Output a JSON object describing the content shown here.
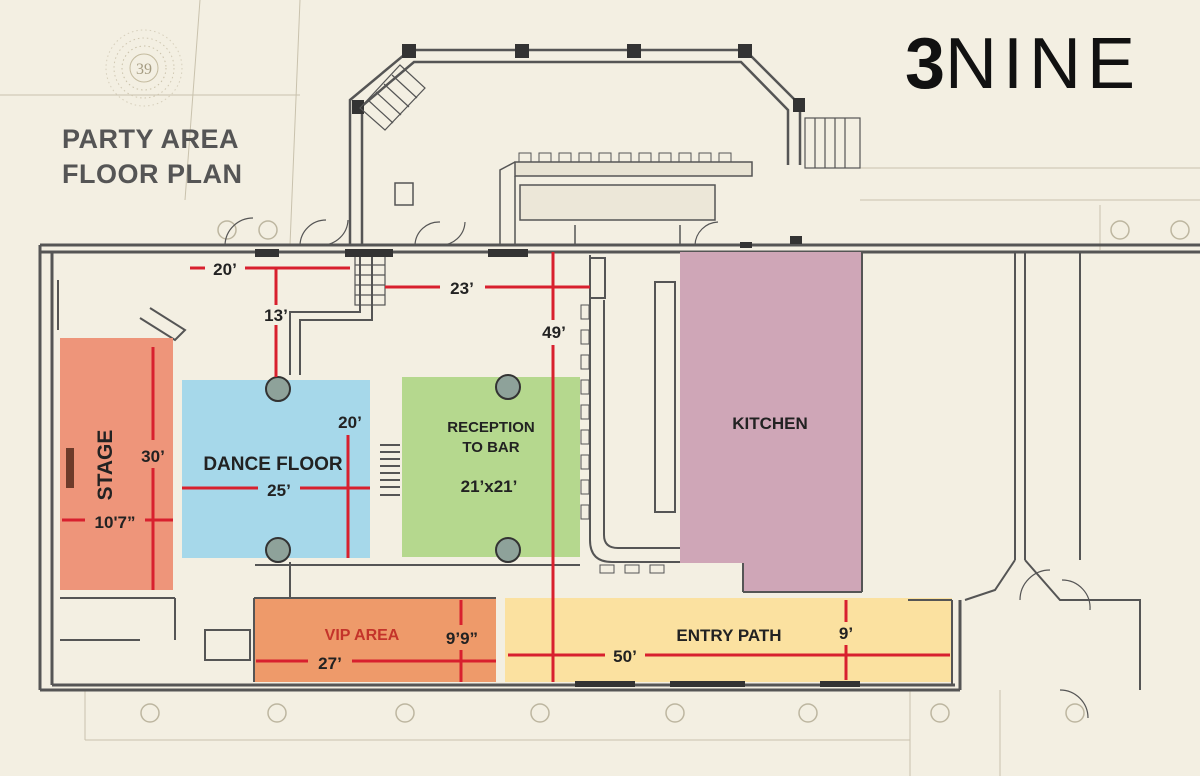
{
  "logo": {
    "badge": "39",
    "wordmark_bold": "3",
    "wordmark_light": "NINE"
  },
  "title": {
    "line1": "PARTY AREA",
    "line2": "FLOOR PLAN"
  },
  "areas": [
    {
      "id": "stage",
      "label": "STAGE",
      "color": "#ee957a",
      "width_label": "10'7”",
      "length_label": "30’"
    },
    {
      "id": "dance-floor",
      "label": "DANCE FLOOR",
      "color": "#a6d8ea",
      "width_label": "25’",
      "length_label": "20’"
    },
    {
      "id": "reception",
      "label_line1": "RECEPTION",
      "label_line2": "TO BAR",
      "color": "#b5d88e",
      "size_label": "21’x21’"
    },
    {
      "id": "kitchen",
      "label": "KITCHEN",
      "color": "#cfa6b7"
    },
    {
      "id": "vip-area",
      "label": "VIP AREA",
      "color": "#ee9a6a",
      "width_label": "27’",
      "depth_label": "9’9”"
    },
    {
      "id": "entry-path",
      "label": "ENTRY PATH",
      "color": "#fbe1a0",
      "length_label": "50’",
      "width_label": "9’"
    }
  ],
  "dimensions": {
    "d20": "20’",
    "d13": "13’",
    "d23": "23’",
    "d49": "49’"
  },
  "colors": {
    "measure_line": "#d8202e",
    "wall": "#555555",
    "background": "#f3efe2"
  }
}
